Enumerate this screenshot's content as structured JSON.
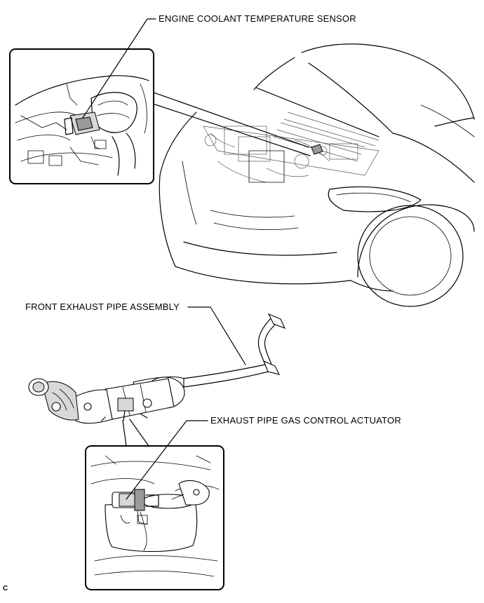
{
  "labels": {
    "ect_sensor": "ENGINE COOLANT TEMPERATURE SENSOR",
    "front_exhaust": "FRONT EXHAUST PIPE ASSEMBLY",
    "gas_actuator": "EXHAUST PIPE GAS CONTROL ACTUATOR",
    "corner_code": "C"
  }
}
